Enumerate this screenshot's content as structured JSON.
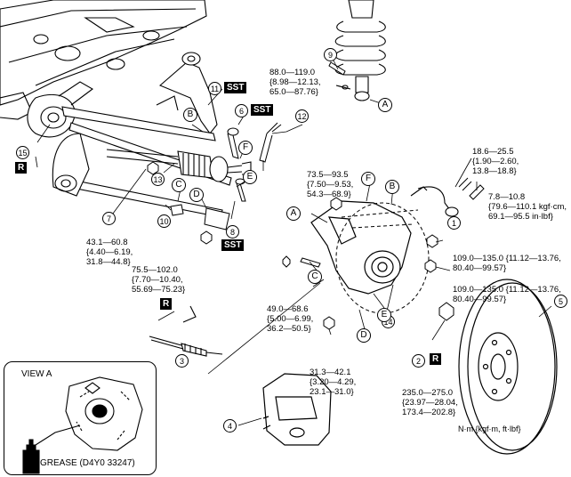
{
  "torque_specs": {
    "t9": [
      "88.0—119.0",
      "{8.98—12.13,",
      "65.0—87.76}"
    ],
    "t_wheel_sensor": [
      "18.6—25.5",
      "{1.90—2.60,",
      "13.8—18.8}"
    ],
    "t_bolt_small": [
      "7.8—10.8",
      "{79.6—110.1 kgf·cm,",
      "69.1—95.5 in·lbf}"
    ],
    "t_knuckle_top": [
      "73.5—93.5",
      "{7.50—9.53,",
      "54.3—68.9}"
    ],
    "t_nut_upper": [
      "109.0—135.0 {11.12—13.76,",
      "80.40—99.57}"
    ],
    "t_nut_lower": [
      "109.0—135.0 {11.12—13.76,",
      "80.40—99.57}"
    ],
    "t7": [
      "43.1—60.8",
      "{4.40—6.19,",
      "31.8—44.8}"
    ],
    "t8": [
      "75.5—102.0",
      "{7.70—10.40,",
      "55.69—75.23}"
    ],
    "t_caliper_bolt": [
      "49.0—68.6",
      "{5.00—6.99,",
      "36.2—50.5}"
    ],
    "t_lower_nut": [
      "31.3—42.1",
      "{3.20—4.29,",
      "23.1—31.0}"
    ],
    "t2": [
      "235.0—275.0",
      "{23.97—28.04,",
      "173.4—202.8}"
    ]
  },
  "callouts": {
    "n1": "1",
    "n2": "2",
    "n3": "3",
    "n4": "4",
    "n5": "5",
    "n6": "6",
    "n7": "7",
    "n8": "8",
    "n9": "9",
    "n10": "10",
    "n11": "11",
    "n12": "12",
    "n13": "13",
    "n14": "14",
    "n15": "15"
  },
  "letters": {
    "A": "A",
    "B": "B",
    "C": "C",
    "D": "D",
    "E": "E",
    "F": "F"
  },
  "tags": {
    "sst": "SST",
    "r": "R"
  },
  "view_a": {
    "title": "VIEW A",
    "grease": "GREASE (D4Y0 33247)"
  },
  "units": "N·m {kgf·m,  ft·lbf}"
}
